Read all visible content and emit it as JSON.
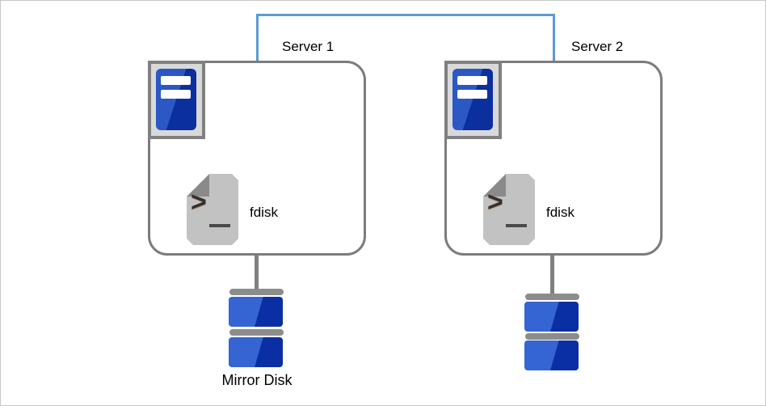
{
  "colors": {
    "accent-blue": "#5B9BD5",
    "box-border": "#7C7C7C",
    "icon-gray": "#808080",
    "icon-bg": "#D9D9D9",
    "server-blue-light": "#2B58C5",
    "server-blue-dark": "#0C2F9E",
    "disk-blue-light": "#3565D2",
    "disk-blue-dark": "#0A2FA5",
    "disk-gray": "#8C8C8C",
    "doc-gray": "#C2C2C2",
    "doc-fold-gray": "#8A8A8A"
  },
  "servers": [
    {
      "label": "Server 1",
      "tool": "fdisk"
    },
    {
      "label": "Server 2",
      "tool": "fdisk"
    }
  ],
  "disks": [
    {
      "label": "Mirror Disk"
    },
    {
      "label": ""
    }
  ],
  "icons": {
    "server": "server-tower-icon",
    "terminal": "terminal-file-icon",
    "disk": "disk-stack-icon"
  },
  "prompt_glyph": ">"
}
